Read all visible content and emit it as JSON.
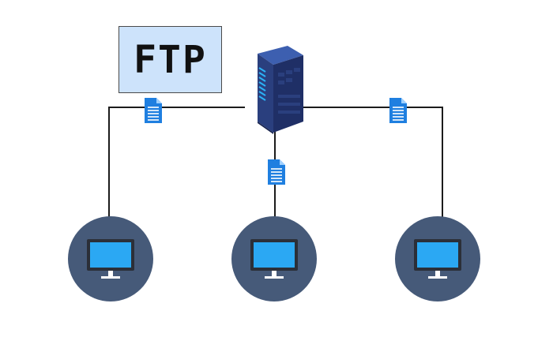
{
  "diagram": {
    "label": "FTP",
    "nodes": {
      "server": {
        "icon": "server-rack-icon"
      },
      "clients": [
        {
          "id": "client-left",
          "icon": "monitor-icon"
        },
        {
          "id": "client-middle",
          "icon": "monitor-icon"
        },
        {
          "id": "client-right",
          "icon": "monitor-icon"
        }
      ]
    },
    "connections": [
      {
        "from": "server",
        "to": "client-left",
        "transfer_icon": "document-icon"
      },
      {
        "from": "server",
        "to": "client-middle",
        "transfer_icon": "document-icon"
      },
      {
        "from": "server",
        "to": "client-right",
        "transfer_icon": "document-icon"
      }
    ],
    "colors": {
      "label_box": "#cde3fb",
      "client_circle": "#465a79",
      "screen": "#2ba8f3",
      "document": "#1f7fe0",
      "server": "#2a3f7e",
      "wire": "#1c1c1c"
    }
  }
}
